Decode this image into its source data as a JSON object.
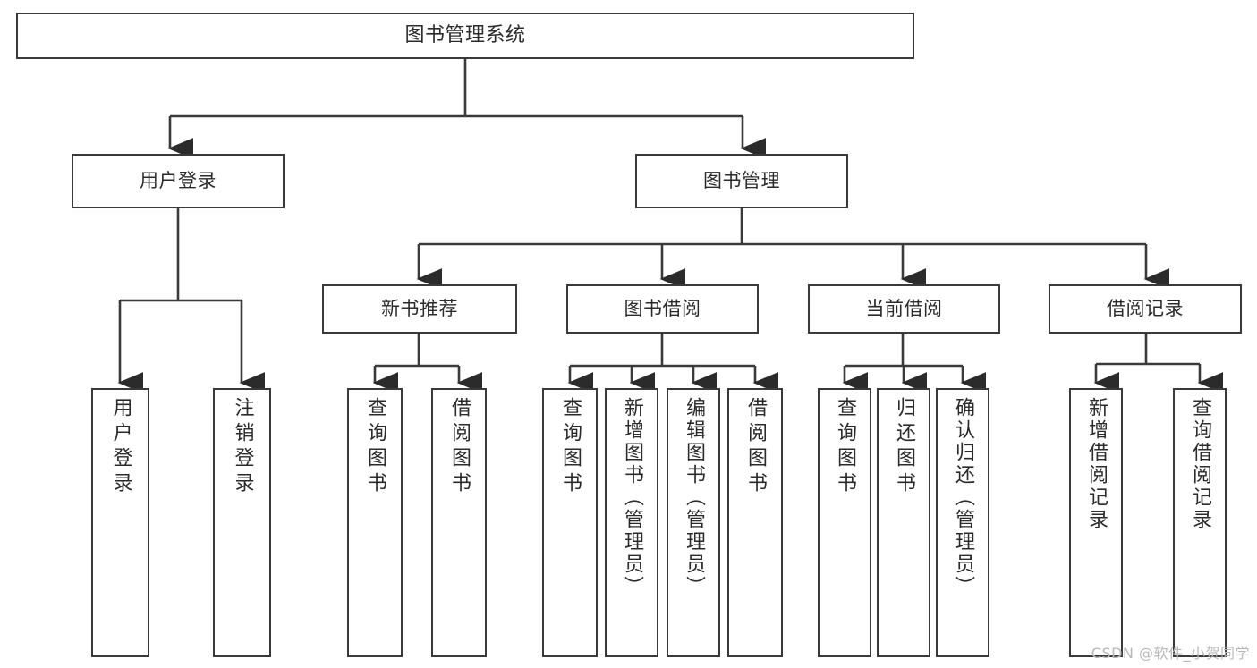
{
  "diagram": {
    "title": "图书管理系统",
    "type": "tree-hierarchy-diagram",
    "watermark": "CSDN @软件_小贺同学",
    "colors": {
      "box_border": "#3a3a3a",
      "box_fill": "#ffffff",
      "text": "#2b2b2b",
      "connector": "#3a3a3a",
      "watermark": "#b9b9b9",
      "background": "#ffffff"
    },
    "root": {
      "label": "图书管理系统"
    },
    "level2": [
      {
        "label": "用户登录"
      },
      {
        "label": "图书管理"
      }
    ],
    "level3": [
      {
        "label": "新书推荐"
      },
      {
        "label": "图书借阅"
      },
      {
        "label": "当前借阅"
      },
      {
        "label": "借阅记录"
      }
    ],
    "leaves": {
      "user_login": [
        {
          "label": "用户登录"
        },
        {
          "label": "注销登录"
        }
      ],
      "new_book_recommend": [
        {
          "label": "查询图书"
        },
        {
          "label": "借阅图书"
        }
      ],
      "book_borrow": [
        {
          "label": "查询图书"
        },
        {
          "label": "新增图书（管理员）"
        },
        {
          "label": "编辑图书（管理员）"
        },
        {
          "label": "借阅图书"
        }
      ],
      "current_borrow": [
        {
          "label": "查询图书"
        },
        {
          "label": "归还图书"
        },
        {
          "label": "确认归还（管理员）"
        }
      ],
      "borrow_record": [
        {
          "label": "新增借阅记录"
        },
        {
          "label": "查询借阅记录"
        }
      ]
    }
  }
}
